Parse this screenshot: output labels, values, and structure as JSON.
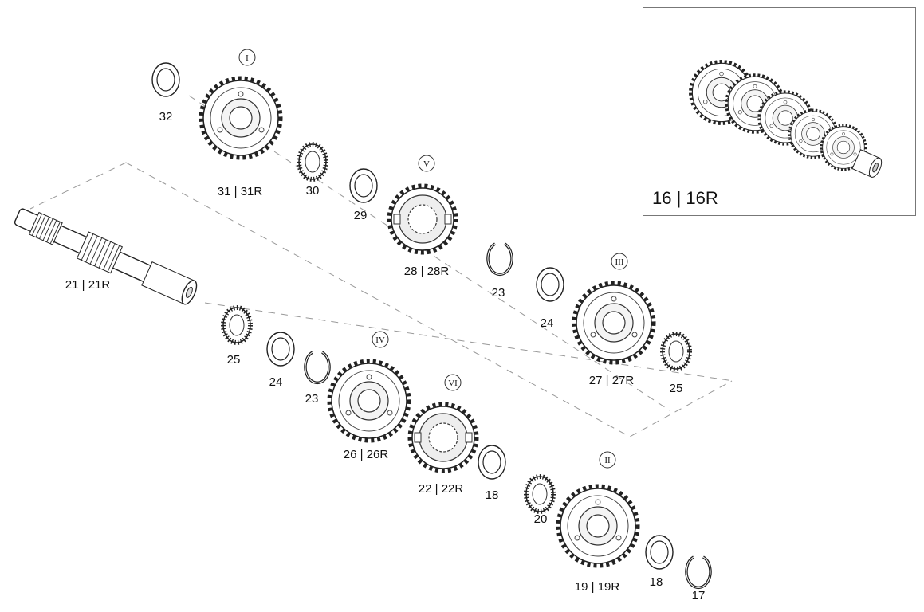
{
  "inset": {
    "label": "16 | 16R"
  },
  "labels": {
    "l32": "32",
    "l31": "31 | 31R",
    "l30": "30",
    "l29": "29",
    "l28": "28 | 28R",
    "l21": "21 | 21R",
    "l23a": "23",
    "l24a": "24",
    "l27": "27 | 27R",
    "l25a": "25",
    "l25b": "25",
    "l24b": "24",
    "l23b": "23",
    "l26": "26 | 26R",
    "l22": "22 | 22R",
    "l18a": "18",
    "l20": "20",
    "l19": "19 | 19R",
    "l18b": "18",
    "l17": "17"
  },
  "gear_numerals": {
    "g1": "I",
    "g5": "V",
    "g3": "III",
    "g4": "IV",
    "g6": "VI",
    "g2": "II"
  }
}
